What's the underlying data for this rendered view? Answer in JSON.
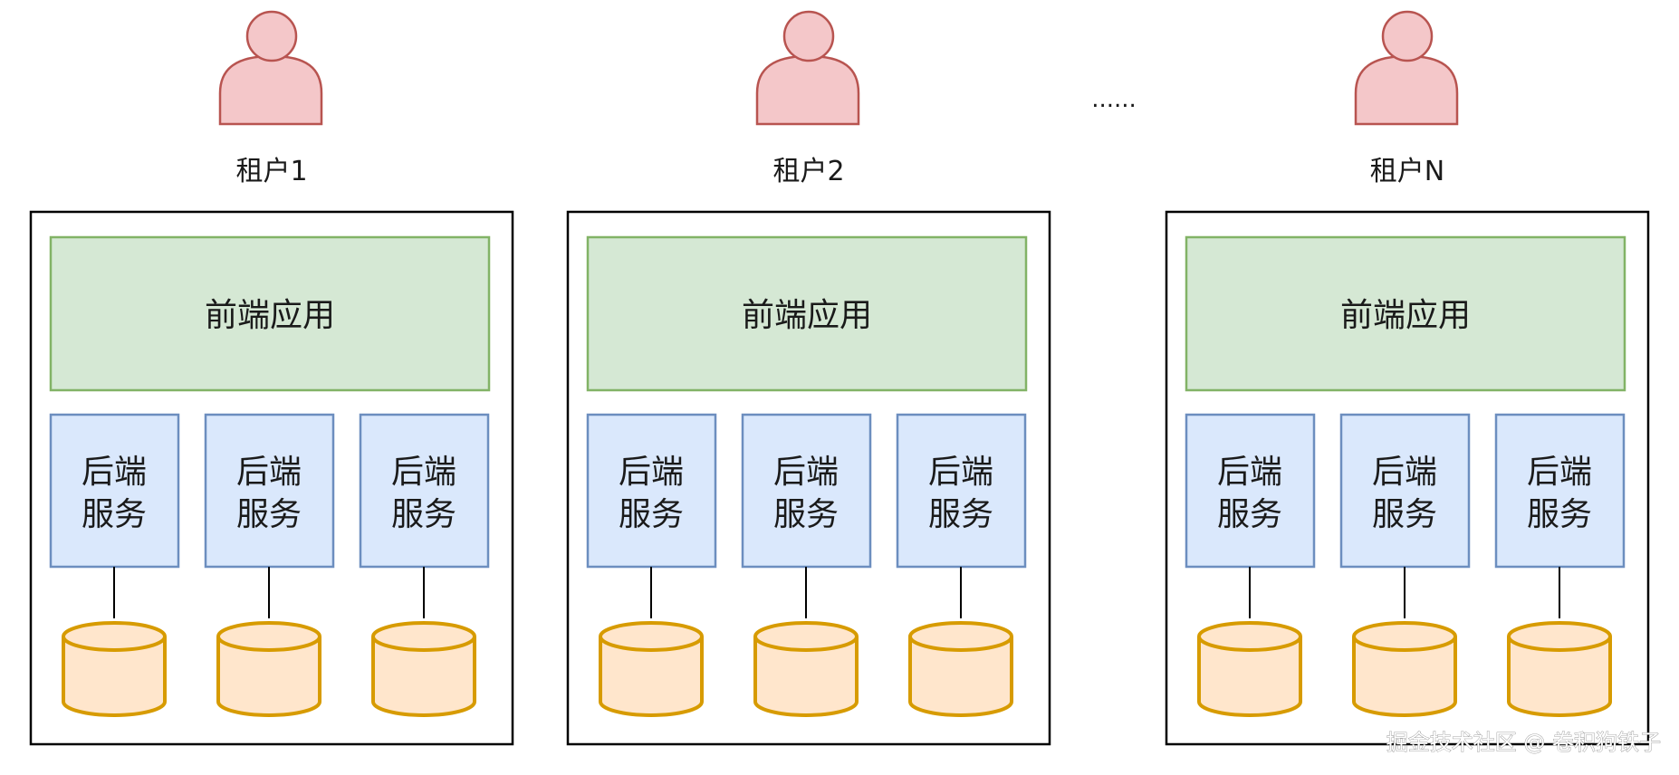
{
  "tenants": [
    {
      "name": "租户1",
      "frontend_label": "前端应用",
      "services": [
        {
          "line1": "后端",
          "line2": "服务"
        },
        {
          "line1": "后端",
          "line2": "服务"
        },
        {
          "line1": "后端",
          "line2": "服务"
        }
      ]
    },
    {
      "name": "租户2",
      "frontend_label": "前端应用",
      "services": [
        {
          "line1": "后端",
          "line2": "服务"
        },
        {
          "line1": "后端",
          "line2": "服务"
        },
        {
          "line1": "后端",
          "line2": "服务"
        }
      ]
    },
    {
      "name": "租户N",
      "frontend_label": "前端应用",
      "services": [
        {
          "line1": "后端",
          "line2": "服务"
        },
        {
          "line1": "后端",
          "line2": "服务"
        },
        {
          "line1": "后端",
          "line2": "服务"
        }
      ]
    }
  ],
  "ellipsis": "......",
  "watermark": "掘金技术社区 @ 卷积狗铁子",
  "colors": {
    "person_fill": "#f4c7c9",
    "person_stroke": "#b85450",
    "frontend_fill": "#d5e8d4",
    "frontend_stroke": "#82b366",
    "service_fill": "#dae8fc",
    "service_stroke": "#6c8ebf",
    "db_fill": "#ffe6cc",
    "db_stroke": "#d79b00",
    "box_stroke": "#000000"
  }
}
